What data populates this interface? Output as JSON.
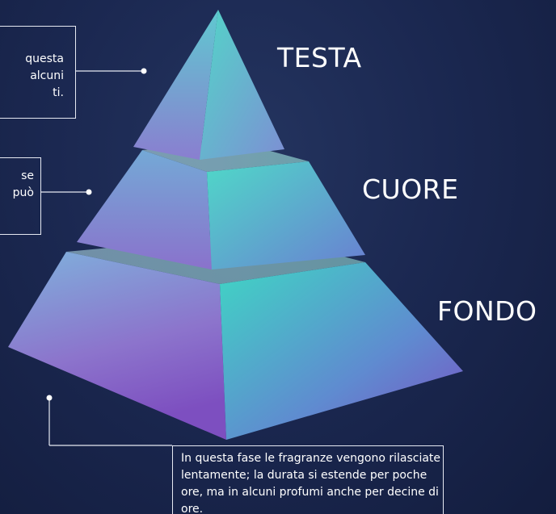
{
  "layers": {
    "top": {
      "label": "TESTA"
    },
    "middle": {
      "label": "CUORE"
    },
    "bottom": {
      "label": "FONDO"
    }
  },
  "notes": {
    "top": [
      "questa",
      "alcuni",
      "ti."
    ],
    "middle": [
      "se",
      "può"
    ],
    "bottom": "In questa fase le fragranze vengono rilasciate lentamente; la durata si estende per poche ore, ma in alcuni profumi anche per decine di ore."
  },
  "colors": {
    "background": "#1b2851",
    "pyramid_teal": "#3fd0c2",
    "pyramid_purple": "#8b5fc4",
    "line": "#e6e9f2"
  }
}
